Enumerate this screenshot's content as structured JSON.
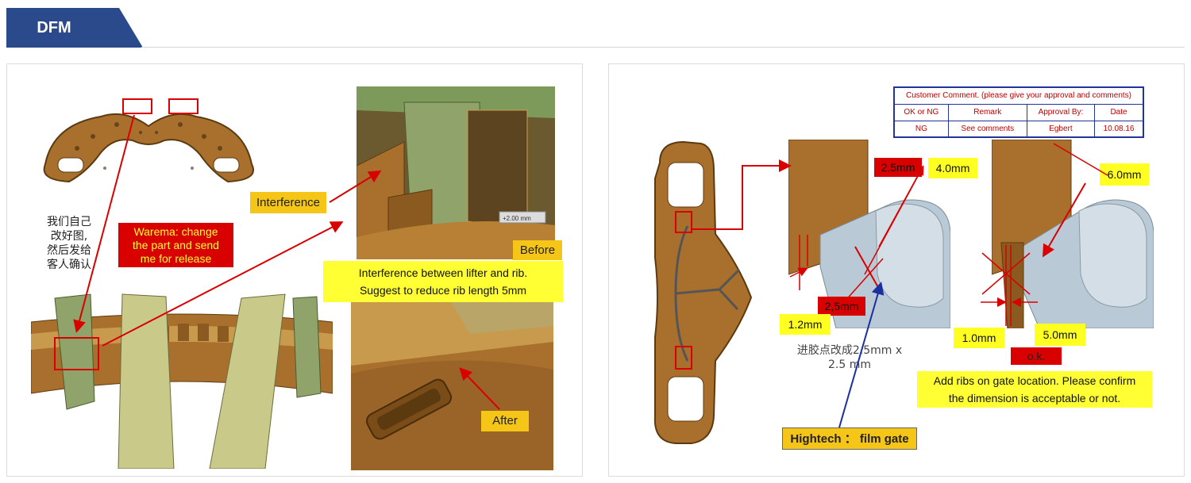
{
  "header": {
    "tab_label": "DFM",
    "tab_color": "#2a4a8c"
  },
  "left_panel": {
    "chinese_note": "我们自己\n改好图,\n然后发给\n客人确认",
    "warema_note": "Warema: change\nthe part and send\nme for release",
    "interference_label": "Interference",
    "before_label": "Before",
    "after_label": "After",
    "issue_text": "Interference between lifter and rib.\nSuggest to reduce rib length 5mm",
    "measure_tag": "+2.00 mm"
  },
  "right_panel": {
    "comment_table": {
      "title": "Customer Comment. (please give your approval and comments)",
      "headers": [
        "OK or NG",
        "Remark",
        "Approval By:",
        "Date"
      ],
      "row": [
        "NG",
        "See comments",
        "Egbert",
        "10.08.16"
      ]
    },
    "dims": {
      "d1": "2,5mm",
      "d2": "4.0mm",
      "d3": "2,5mm",
      "d4": "1.2mm",
      "d5": "6.0mm",
      "d6": "1.0mm",
      "d7": "5.0mm"
    },
    "ok_label": "o.k.",
    "gate_note": "进胶点改成2.5mm x\n2.5 mm",
    "hightech_label": "Hightech ： film gate",
    "ribs_note": "Add ribs on gate location. Please confirm\nthe dimension is acceptable or not."
  },
  "colors": {
    "part_brown": "#a8702c",
    "part_green": "#8fa36a",
    "annotation_red": "#d90000",
    "highlight_yellow": "#ffff33",
    "label_gold": "#f5c518",
    "table_border": "#223399"
  }
}
